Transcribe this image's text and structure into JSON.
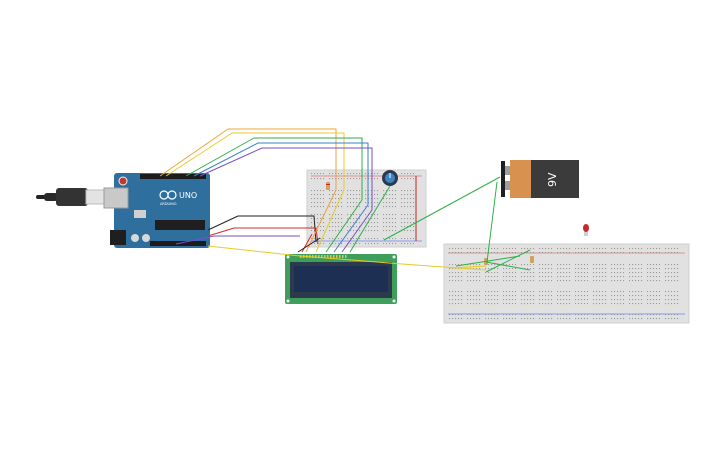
{
  "arduino": {
    "logo_text": "UNO",
    "brand_text": "ARDUINO"
  },
  "battery": {
    "voltage_label": "9V"
  },
  "colors": {
    "arduino_board": "#2f6f9e",
    "breadboard": "#e1e1e1",
    "lcd_pcb": "#3f9f5a",
    "lcd_screen": "#1d2f52",
    "battery_body": "#d8914e",
    "battery_cap": "#3b3b3b",
    "wire_orange": "#f0a33a",
    "wire_yellow": "#e8cc27",
    "wire_green": "#2faf48",
    "wire_blue": "#3a7fd6",
    "wire_purple": "#7a4fc3",
    "wire_red": "#d62b2b",
    "wire_black": "#222222",
    "led": "#c62a2a"
  },
  "icons": {
    "usb": "usb-plug-icon",
    "potentiometer": "potentiometer-icon",
    "led": "led-icon"
  }
}
